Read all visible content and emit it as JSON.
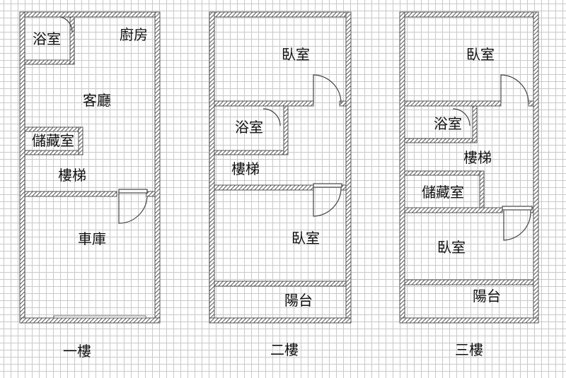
{
  "colors": {
    "wall": "#6e6e6e",
    "grid": "#c9c9c9",
    "text": "#111111"
  },
  "floors": [
    {
      "name": "一樓",
      "rooms": [
        "浴室",
        "廚房",
        "客廳",
        "儲藏室",
        "樓梯",
        "車庫"
      ]
    },
    {
      "name": "二樓",
      "rooms": [
        "臥室",
        "浴室",
        "樓梯",
        "臥室",
        "陽台"
      ]
    },
    {
      "name": "三樓",
      "rooms": [
        "臥室",
        "浴室",
        "樓梯",
        "儲藏室",
        "臥室",
        "陽台"
      ]
    }
  ]
}
